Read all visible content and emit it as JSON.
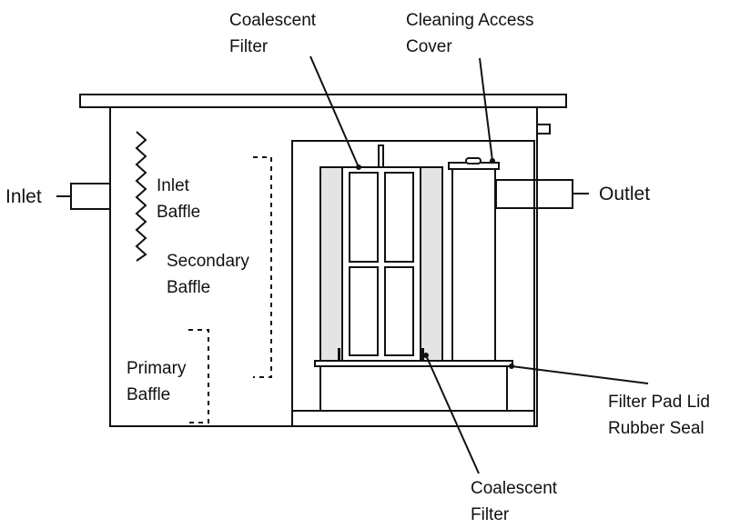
{
  "labels": {
    "inlet": "Inlet",
    "outlet": "Outlet",
    "coalescent_filter_top": [
      "Coalescent",
      "Filter"
    ],
    "cleaning_access_cover": [
      "Cleaning Access",
      "Cover"
    ],
    "inlet_baffle": [
      "Inlet",
      "Baffle"
    ],
    "secondary_baffle": [
      "Secondary",
      "Baffle"
    ],
    "primary_baffle": [
      "Primary",
      "Baffle"
    ],
    "filter_pad_lid_rubber_seal": [
      "Filter Pad Lid",
      "Rubber Seal"
    ],
    "coalescent_filter_bottom": [
      "Coalescent",
      "Filter"
    ]
  },
  "colors": {
    "line": "#111111",
    "filter_side_panel": "#e4e4e4",
    "background": "#ffffff"
  }
}
